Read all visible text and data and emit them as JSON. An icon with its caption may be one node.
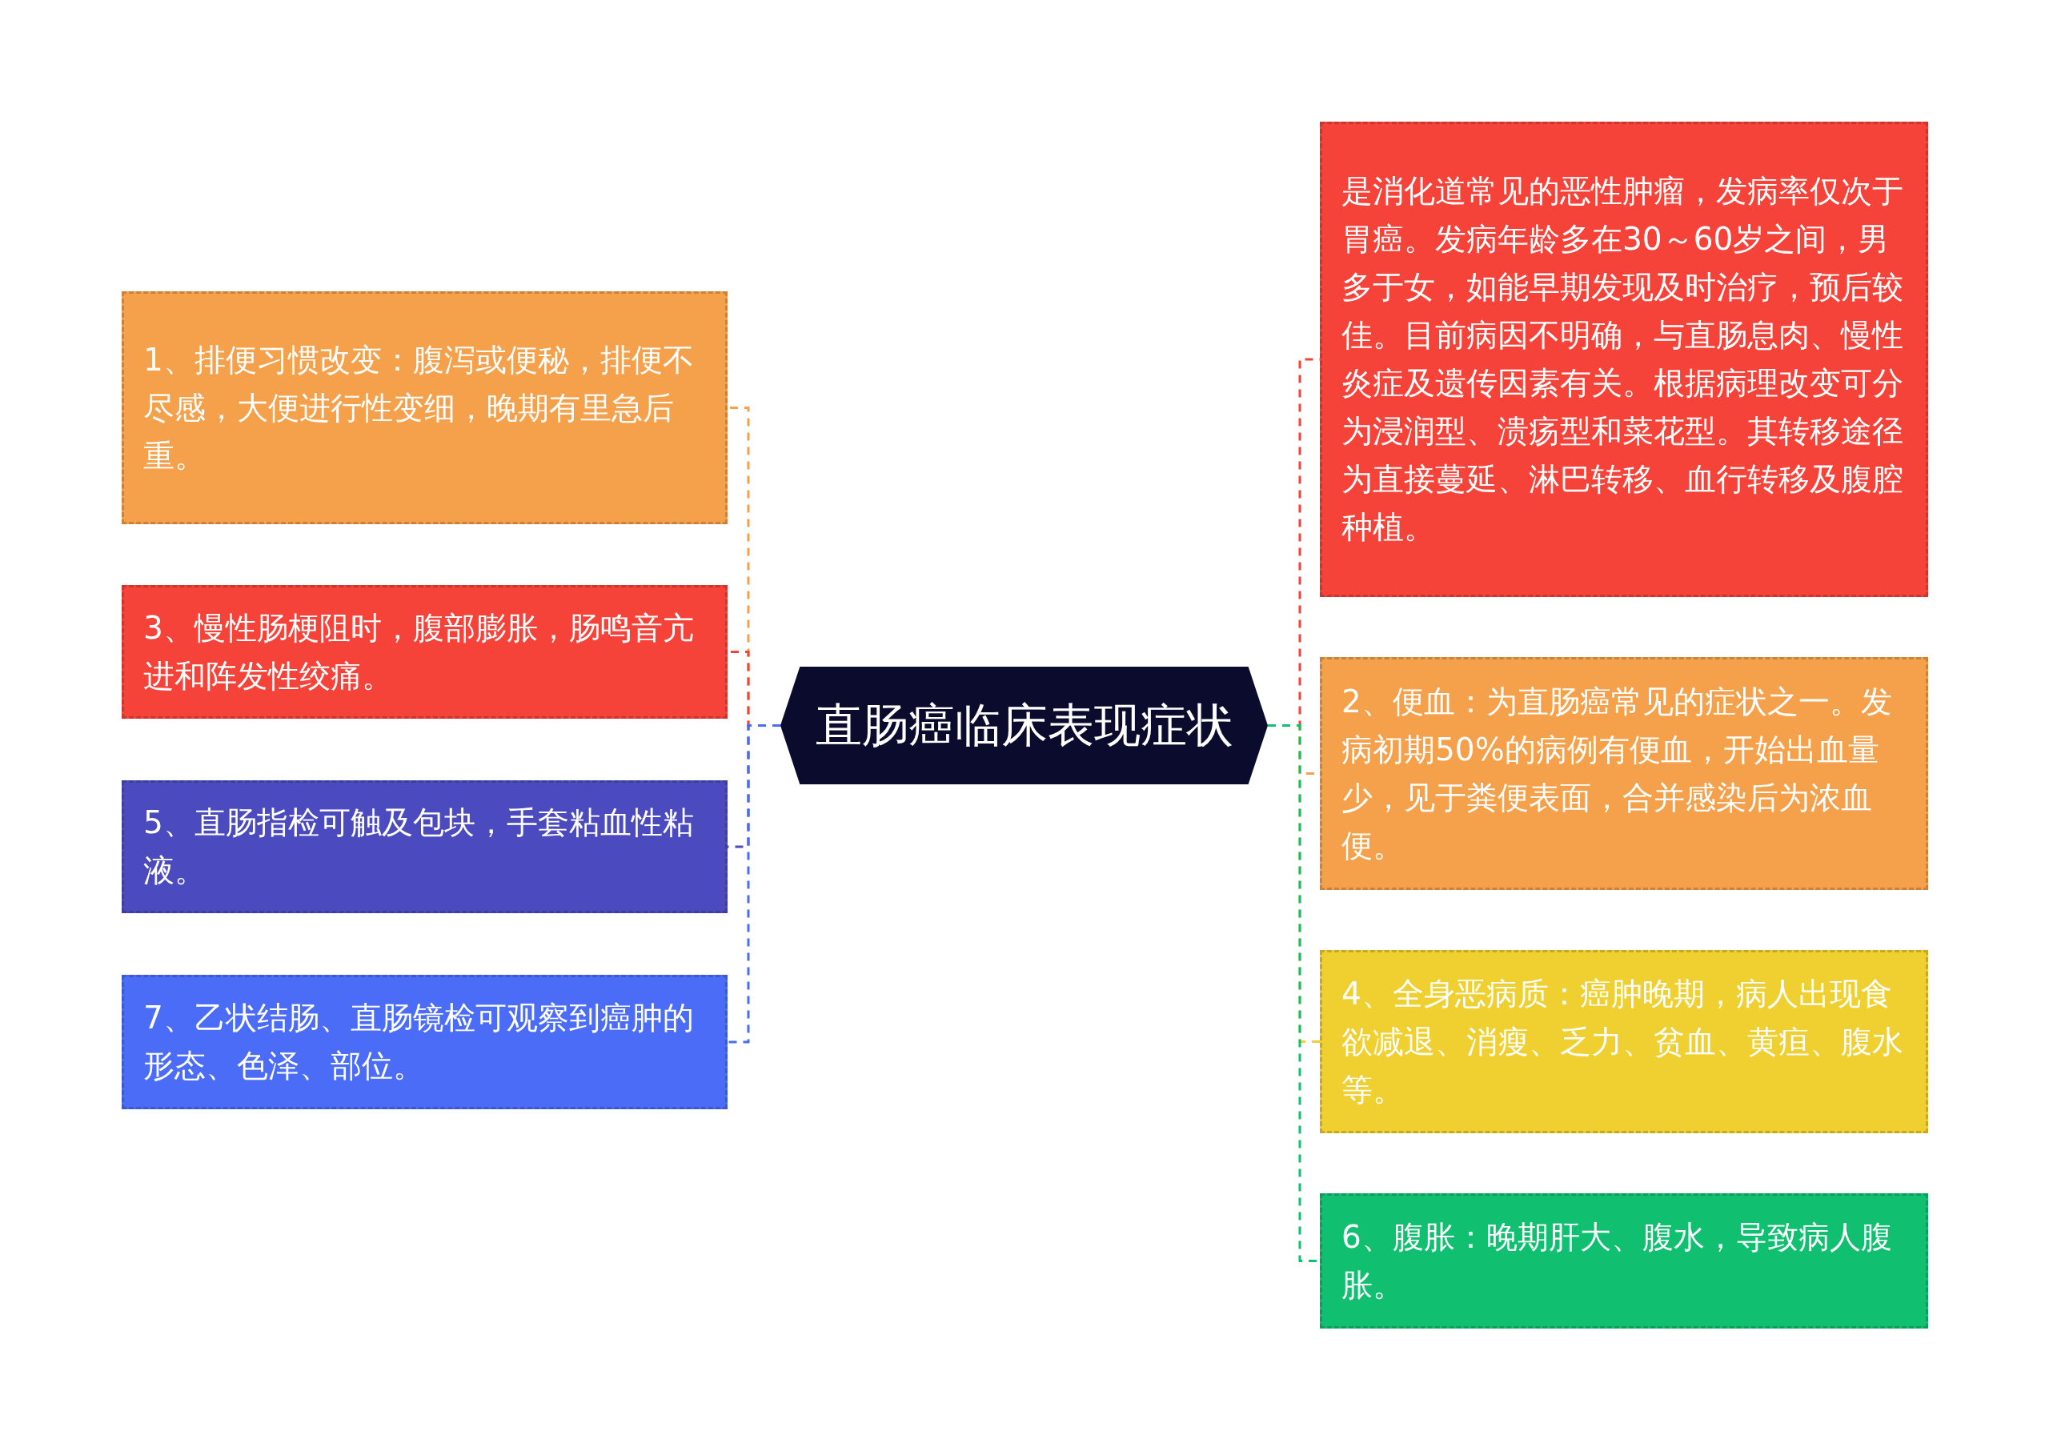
{
  "diagram": {
    "nodes": [
      {
        "text": [
          "直肠癌临床表现症状"
        ]
      },
      {
        "text": [
          "1、排便习惯改变：腹泻或便秘，排便不尽感，大便进行性变细，晚期有里急后重。"
        ]
      },
      {
        "text": [
          "3、慢性肠梗阻时，腹部膨胀，肠鸣音亢进和阵发性绞痛。"
        ]
      },
      {
        "text": [
          "5、直肠指检可触及包块，手套粘血性粘液。"
        ]
      },
      {
        "text": [
          "7、乙状结肠、直肠镜检可观察到癌肿的形态、色泽、部位。"
        ]
      },
      {
        "text": [
          "是消化道常见的恶性肿瘤，发病率仅次于胃癌。发病年龄多在30～60岁之间，男多于女，如能早期发现及时治疗，预后较佳。目前病因不明确，与直肠息肉、慢性炎症及遗传因素有关。根据病理改变可分为浸润型、溃疡型和菜花型。其转移途径为直接蔓延、淋巴转移、血行转移及腹腔种植。"
        ]
      },
      {
        "text": [
          "2、便血：为直肠癌常见的症状之一。发病初期50%的病例有便血，开始出血量少，见于粪便表面，合并感染后为浓血便。"
        ]
      },
      {
        "text": [
          "4、全身恶病质：癌肿晚期，病人出现食欲减退、消瘦、乏力、贫血、黄疸、腹水等。"
        ]
      },
      {
        "text": [
          "6、腹胀：晚期肝大、腹水，导致病人腹胀。"
        ]
      }
    ],
    "edges": [
      {
        "from": 0,
        "to": 1,
        "arrow": "none",
        "style": "dashed",
        "color": "#f5a04a"
      },
      {
        "from": 0,
        "to": 2,
        "arrow": "none",
        "style": "dashed",
        "color": "#f5433a"
      },
      {
        "from": 0,
        "to": 3,
        "arrow": "none",
        "style": "dashed",
        "color": "#4b4bbf"
      },
      {
        "from": 0,
        "to": 4,
        "arrow": "none",
        "style": "dashed",
        "color": "#4a6cf7"
      },
      {
        "from": 0,
        "to": 5,
        "arrow": "none",
        "style": "dashed",
        "color": "#f5433a"
      },
      {
        "from": 0,
        "to": 6,
        "arrow": "none",
        "style": "dashed",
        "color": "#f5a04a"
      },
      {
        "from": 0,
        "to": 7,
        "arrow": "none",
        "style": "dashed",
        "color": "#f0d030"
      },
      {
        "from": 0,
        "to": 8,
        "arrow": "none",
        "style": "dashed",
        "color": "#10c070"
      }
    ]
  }
}
